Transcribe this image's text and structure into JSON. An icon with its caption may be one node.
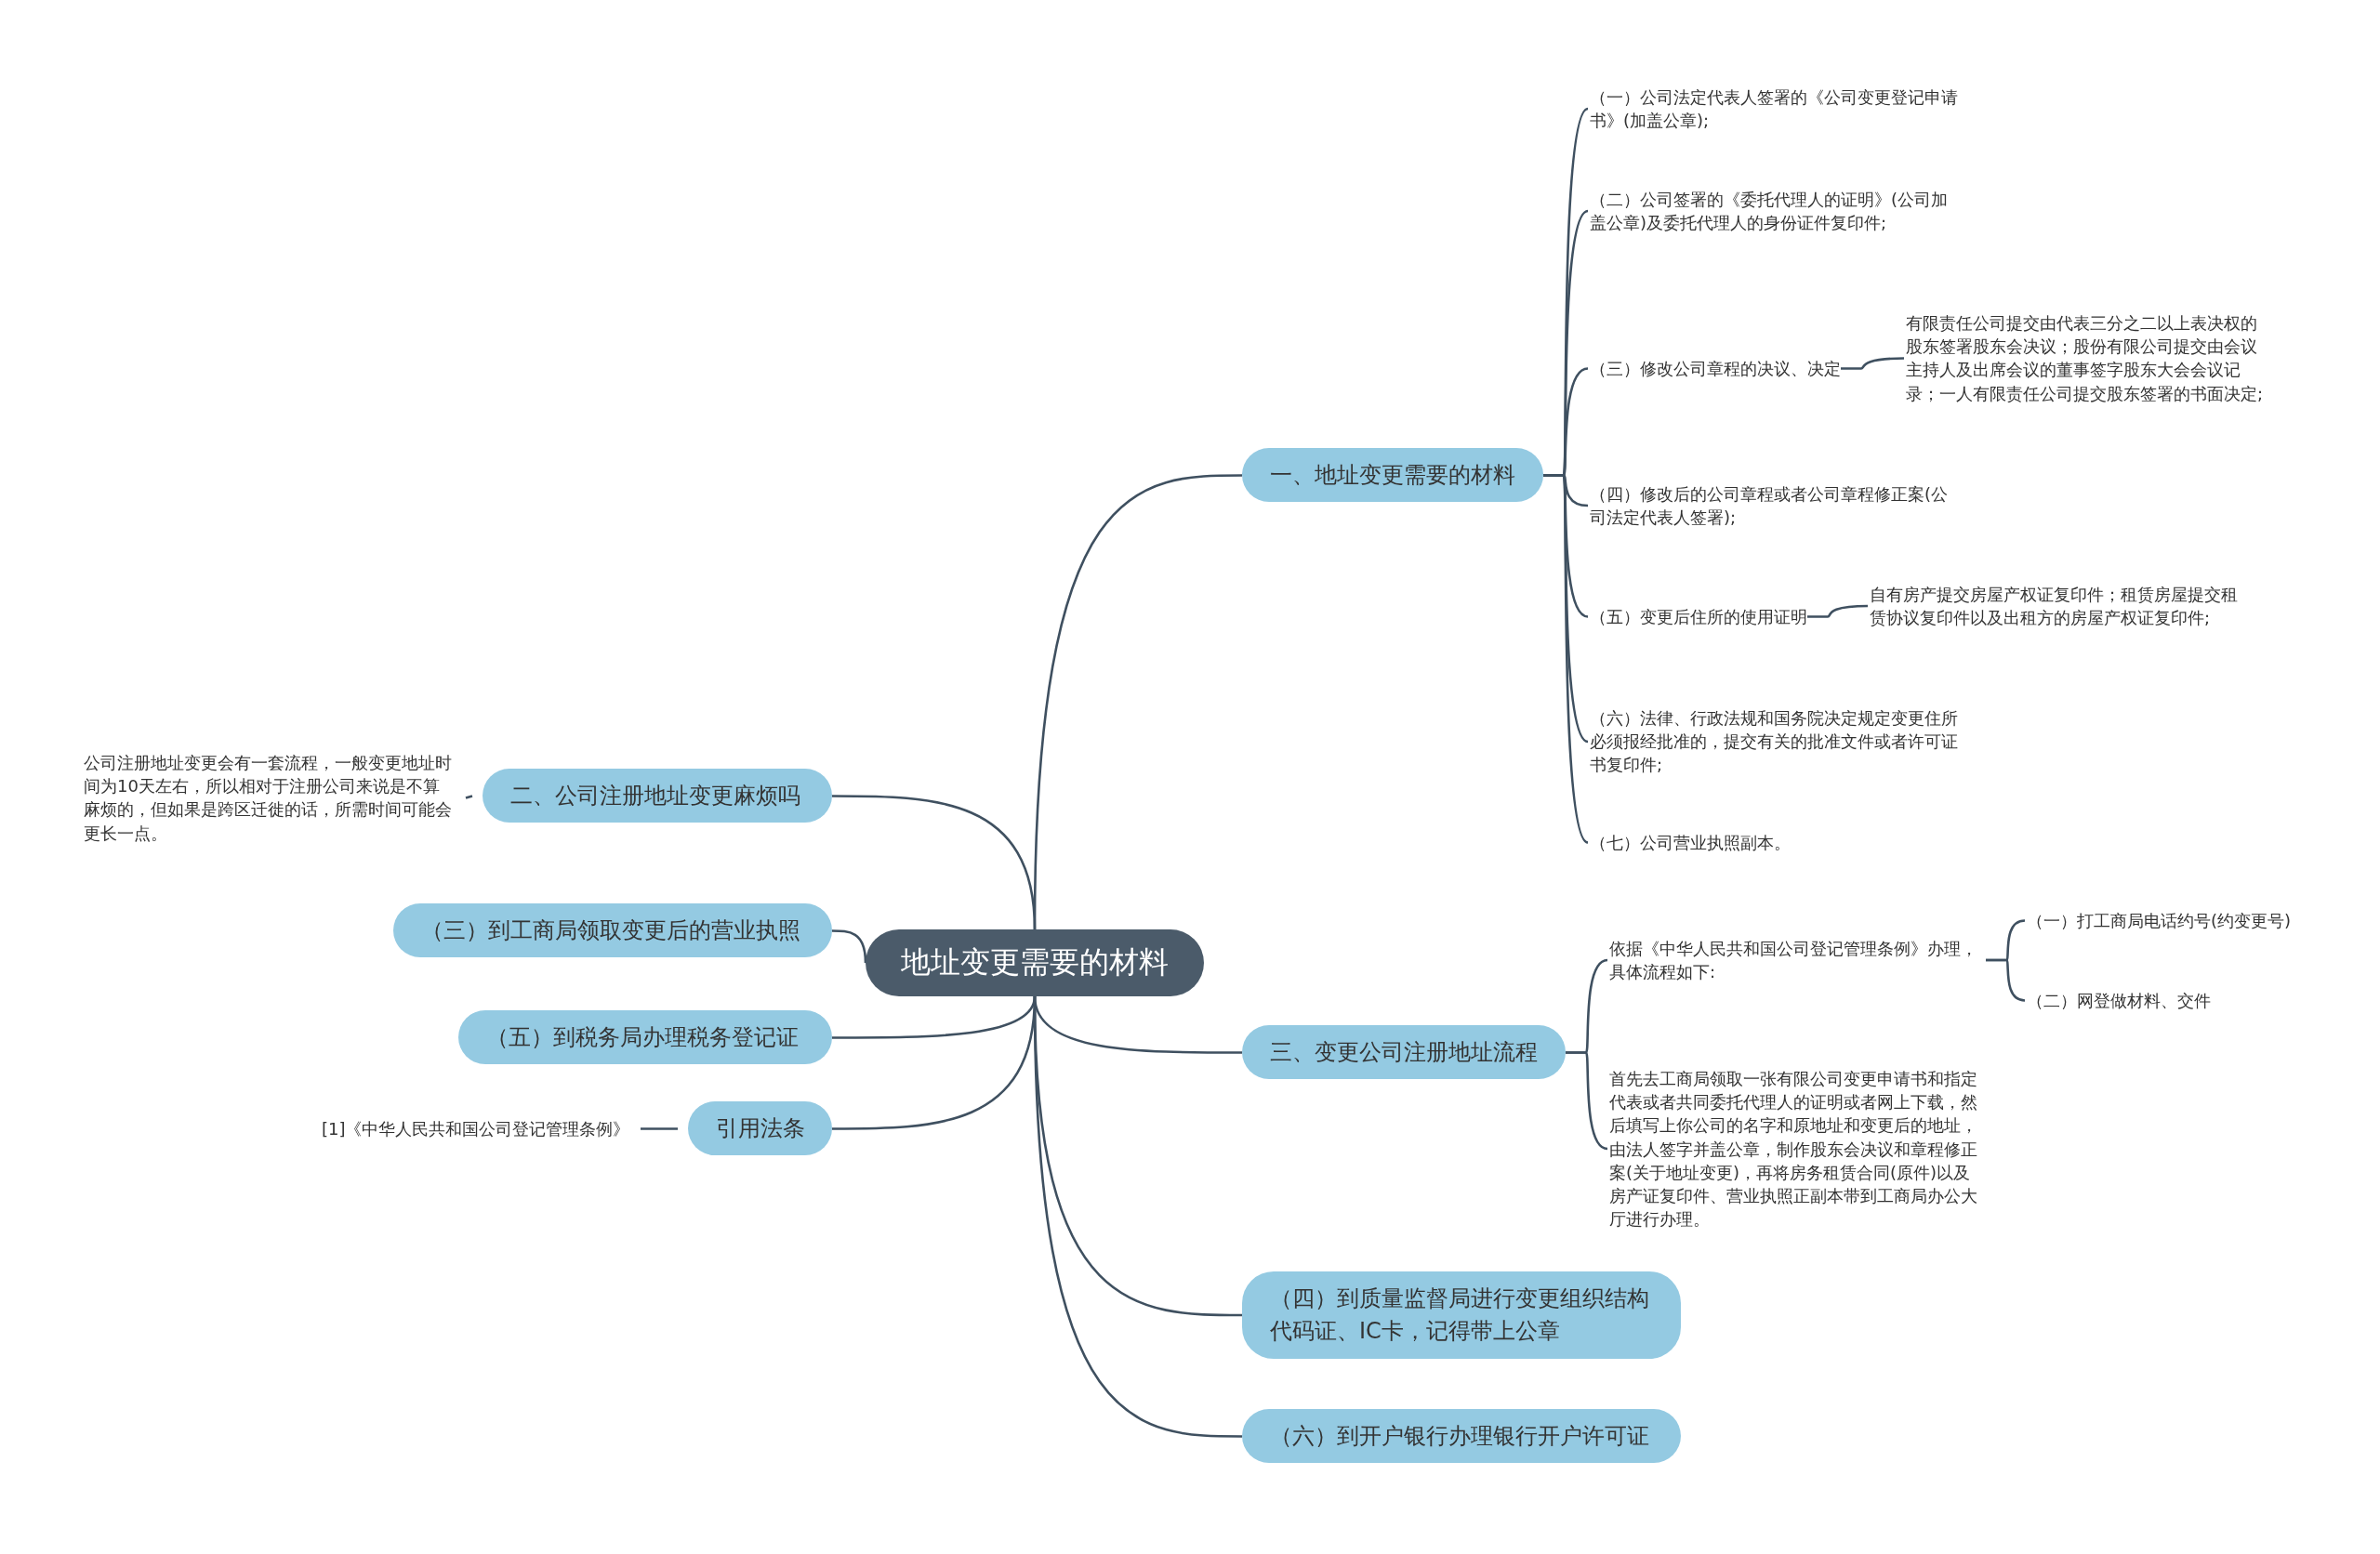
{
  "diagram": {
    "nodes": [
      {
        "text": [
          "地址变更需要的材料"
        ]
      },
      {
        "text": [
          "一、地址变更需要的材料"
        ]
      },
      {
        "text": [
          "（一）公司法定代表人签署的《公司变更登记申请书》(加盖公章);"
        ]
      },
      {
        "text": [
          "（二）公司签署的《委托代理人的证明》(公司加盖公章)及委托代理人的身份证件复印件;"
        ]
      },
      {
        "text": [
          "（三）修改公司章程的决议、决定"
        ]
      },
      {
        "text": [
          "有限责任公司提交由代表三分之二以上表决权的股东签署股东会决议；股份有限公司提交由会议主持人及出席会议的董事签字股东大会会议记录；一人有限责任公司提交股东签署的书面决定;"
        ]
      },
      {
        "text": [
          "（四）修改后的公司章程或者公司章程修正案(公司法定代表人签署);"
        ]
      },
      {
        "text": [
          "（五）变更后住所的使用证明"
        ]
      },
      {
        "text": [
          "自有房产提交房屋产权证复印件；租赁房屋提交租赁协议复印件以及出租方的房屋产权证复印件;"
        ]
      },
      {
        "text": [
          "（六）法律、行政法规和国务院决定规定变更住所必须报经批准的，提交有关的批准文件或者许可证书复印件;"
        ]
      },
      {
        "text": [
          "（七）公司营业执照副本。"
        ]
      },
      {
        "text": [
          "二、公司注册地址变更麻烦吗"
        ]
      },
      {
        "text": [
          "公司注册地址变更会有一套流程，一般变更地址时间为10天左右，所以相对于注册公司来说是不算麻烦的，但如果是跨区迁徙的话，所需时间可能会更长一点。"
        ]
      },
      {
        "text": [
          "（三）到工商局领取变更后的营业执照"
        ]
      },
      {
        "text": [
          "（五）到税务局办理税务登记证"
        ]
      },
      {
        "text": [
          "引用法条"
        ]
      },
      {
        "text": [
          "[1]《中华人民共和国公司登记管理条例》"
        ]
      },
      {
        "text": [
          "三、变更公司注册地址流程"
        ]
      },
      {
        "text": [
          "依据《中华人民共和国公司登记管理条例》办理，具体流程如下:"
        ]
      },
      {
        "text": [
          "（一）打工商局电话约号(约变更号)"
        ]
      },
      {
        "text": [
          "（二）网登做材料、交件"
        ]
      },
      {
        "text": [
          "首先去工商局领取一张有限公司变更申请书和指定代表或者共同委托代理人的证明或者网上下载，然后填写上你公司的名字和原地址和变更后的地址，由法人签字并盖公章，制作股东会决议和章程修正案(关于地址变更)，再将房务租赁合同(原件)以及房产证复印件、营业执照正副本带到工商局办公大厅进行办理。"
        ]
      },
      {
        "text": [
          "（四）到质量监督局进行变更组织结构代码证、IC卡，记得带上公章"
        ]
      },
      {
        "text": [
          "（六）到开户银行办理银行开户许可证"
        ]
      }
    ],
    "edges": [
      {
        "from": 0,
        "to": 1,
        "arrow": "none"
      },
      {
        "from": 1,
        "to": 2,
        "arrow": "none"
      },
      {
        "from": 1,
        "to": 3,
        "arrow": "none"
      },
      {
        "from": 1,
        "to": 4,
        "arrow": "none"
      },
      {
        "from": 4,
        "to": 5,
        "arrow": "none"
      },
      {
        "from": 1,
        "to": 6,
        "arrow": "none"
      },
      {
        "from": 1,
        "to": 7,
        "arrow": "none"
      },
      {
        "from": 7,
        "to": 8,
        "arrow": "none"
      },
      {
        "from": 1,
        "to": 9,
        "arrow": "none"
      },
      {
        "from": 1,
        "to": 10,
        "arrow": "none"
      },
      {
        "from": 0,
        "to": 11,
        "arrow": "none"
      },
      {
        "from": 11,
        "to": 12,
        "arrow": "none"
      },
      {
        "from": 0,
        "to": 13,
        "arrow": "none"
      },
      {
        "from": 0,
        "to": 14,
        "arrow": "none"
      },
      {
        "from": 0,
        "to": 15,
        "arrow": "none"
      },
      {
        "from": 15,
        "to": 16,
        "arrow": "none"
      },
      {
        "from": 0,
        "to": 17,
        "arrow": "none"
      },
      {
        "from": 17,
        "to": 18,
        "arrow": "none"
      },
      {
        "from": 18,
        "to": 19,
        "arrow": "none"
      },
      {
        "from": 18,
        "to": 20,
        "arrow": "none"
      },
      {
        "from": 17,
        "to": 21,
        "arrow": "none"
      },
      {
        "from": 0,
        "to": 22,
        "arrow": "none"
      },
      {
        "from": 0,
        "to": 23,
        "arrow": "none"
      }
    ]
  }
}
